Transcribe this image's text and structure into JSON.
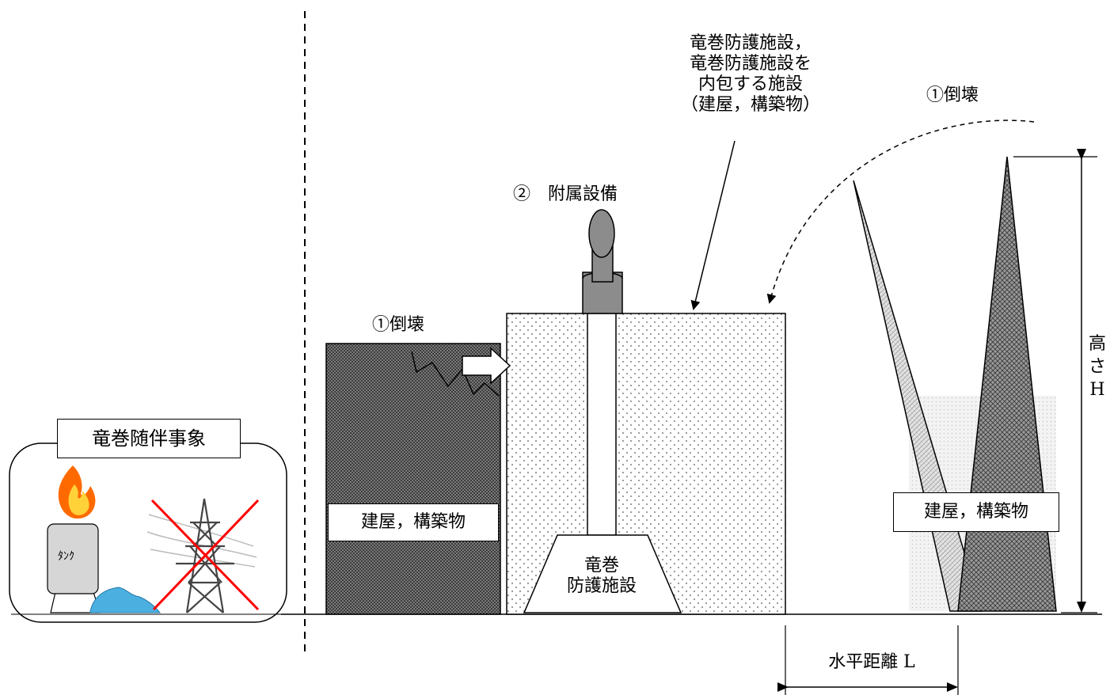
{
  "colors": {
    "no_mark": "#ff0000",
    "water": "#4bb0e0",
    "flame_outer": "#ff6a00",
    "flame_inner": "#ffd23a",
    "tank_fill": "#d6d6d6",
    "equipment_fill": "#8c8c8c"
  },
  "icons": [
    "flame-icon",
    "tank-icon",
    "water-spill-icon",
    "power-tower-icon",
    "prohibited-cross-icon",
    "white-arrow-icon"
  ],
  "labels": {
    "associated_events": "竜巻随伴事象",
    "tank": "ﾀﾝｸ",
    "collapse_left": "①倒壊",
    "building_left": "建屋，構築物",
    "attached_equipment": "②　附属設備",
    "protected_facility_line1": "竜巻",
    "protected_facility_line2": "防護施設",
    "callout_line1": "竜巻防護施設，",
    "callout_line2": "竜巻防護施設を",
    "callout_line3": "内包する施設",
    "callout_line4": "（建屋，構築物）",
    "collapse_right": "①倒壊",
    "building_right": "建屋，構築物",
    "height_line1": "高",
    "height_line2": "さ",
    "height_line3": "H",
    "horizontal_distance": "水平距離 L"
  }
}
